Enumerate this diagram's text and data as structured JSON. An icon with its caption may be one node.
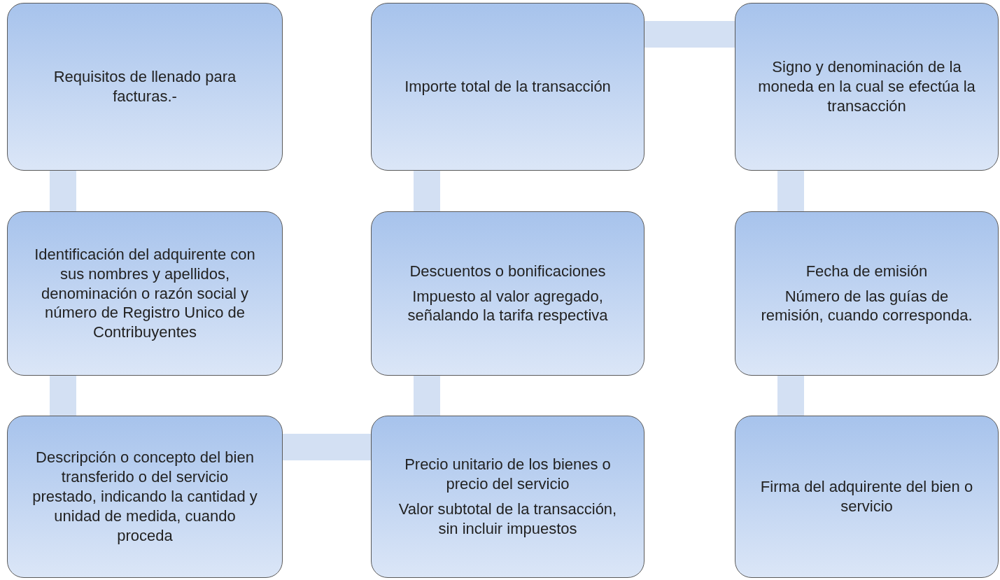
{
  "diagram": {
    "nodes": [
      {
        "text": [
          "Requisitos de llenado para facturas.-"
        ]
      },
      {
        "text": [
          "Importe total de la transacción"
        ]
      },
      {
        "text": [
          "Signo y denominación de la moneda en la cual se efectúa la transacción"
        ]
      },
      {
        "text": [
          "Identificación del adquirente con sus nombres y apellidos, denominación o razón social y número de Registro Unico de Contribuyentes"
        ]
      },
      {
        "text": [
          "Descuentos o bonificaciones",
          "Impuesto al valor agregado, señalando la tarifa respectiva"
        ]
      },
      {
        "text": [
          "Fecha de emisión",
          "Número de las guías de remisión, cuando corresponda."
        ]
      },
      {
        "text": [
          "Descripción o concepto del bien transferido o del servicio prestado, indicando la cantidad y unidad de medida, cuando proceda"
        ]
      },
      {
        "text": [
          "Precio unitario de los bienes o precio del servicio",
          "Valor subtotal de la transacción, sin incluir impuestos"
        ]
      },
      {
        "text": [
          "Firma del adquirente del bien o servicio"
        ]
      }
    ],
    "edges": [
      {
        "from": 0,
        "to": 3,
        "arrow": "none"
      },
      {
        "from": 3,
        "to": 6,
        "arrow": "none"
      },
      {
        "from": 6,
        "to": 7,
        "arrow": "none"
      },
      {
        "from": 7,
        "to": 4,
        "arrow": "none"
      },
      {
        "from": 4,
        "to": 1,
        "arrow": "none"
      },
      {
        "from": 1,
        "to": 2,
        "arrow": "none"
      },
      {
        "from": 2,
        "to": 5,
        "arrow": "none"
      },
      {
        "from": 5,
        "to": 8,
        "arrow": "none"
      }
    ]
  }
}
